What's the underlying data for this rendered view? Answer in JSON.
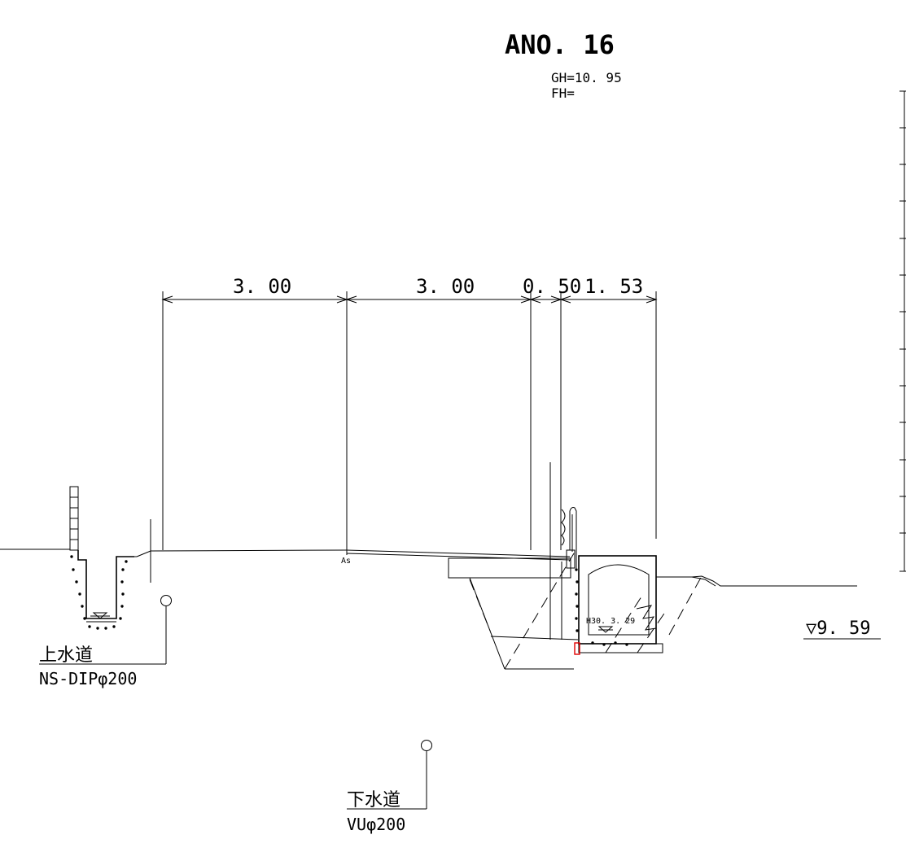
{
  "section": {
    "title": "ANO. 16",
    "gh": "GH=10. 95",
    "fh": "FH="
  },
  "dimensions": [
    "3. 00",
    "3. 00",
    "0. 50",
    "1. 53"
  ],
  "surface_label": "As",
  "water_level_note": "H30. 3. 29",
  "level_mark": "▽9. 59",
  "utilities": {
    "water": {
      "name": "上水道",
      "spec": "NS-DIPφ200"
    },
    "sewer": {
      "name": "下水道",
      "spec": "VUφ200"
    }
  }
}
